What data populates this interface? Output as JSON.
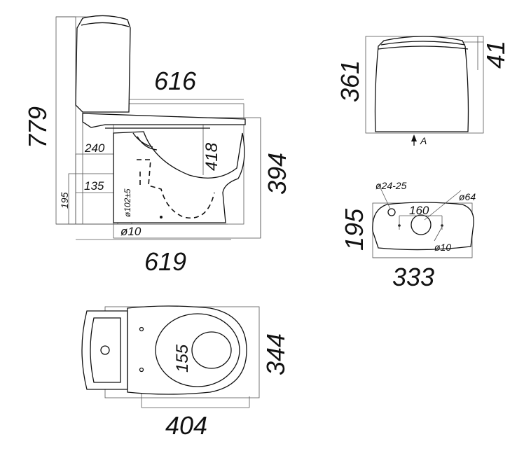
{
  "side_view": {
    "total_height": "779",
    "top_length": "616",
    "bowl_height": "418",
    "outlet_height": "394",
    "dim_240": "240",
    "dim_135": "135",
    "dim_195": "195",
    "outlet_diameter": "ø102±5",
    "hole_diameter": "ø10",
    "base_length": "619"
  },
  "tank_front_view": {
    "height": "361",
    "lid_height": "41",
    "view_marker": "A"
  },
  "tank_top_view": {
    "depth": "195",
    "width": "333",
    "inlet_diameter": "ø24-25",
    "button_diameter": "ø64",
    "hole_spacing": "160",
    "hole_diameter": "ø10"
  },
  "top_view": {
    "width": "344",
    "length": "404",
    "hole_spacing": "155"
  }
}
